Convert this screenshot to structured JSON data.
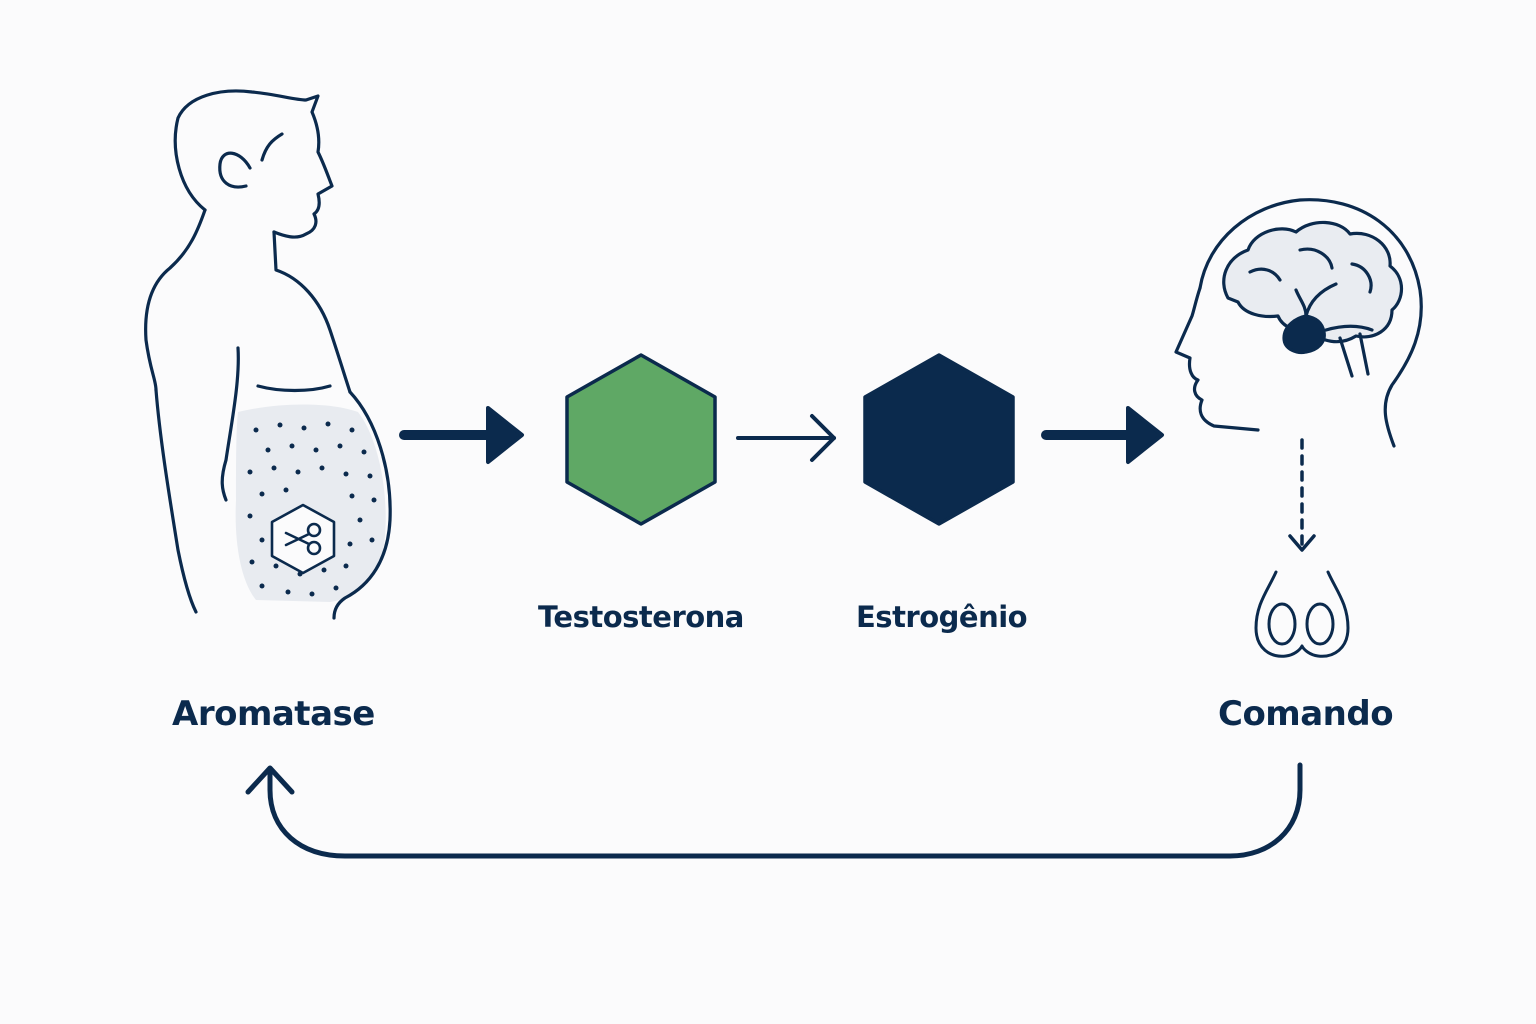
{
  "labels": {
    "aromatase": "Aromatase",
    "testosterona": "Testosterona",
    "estrogenio": "Estrogênio",
    "comando": "Comando"
  },
  "colors": {
    "ink": "#0b2a4d",
    "testosterona_fill": "#5fa865",
    "estrogenio_fill": "#0b2a4d",
    "fat_tint": "#e8ebf0",
    "brain_tint": "#e9ecf1"
  },
  "icons": {
    "body": "male-torso-profile-icon",
    "enzyme": "scissors-hexagon-icon",
    "brain": "head-brain-pituitary-icon",
    "gonads": "testes-icon"
  }
}
